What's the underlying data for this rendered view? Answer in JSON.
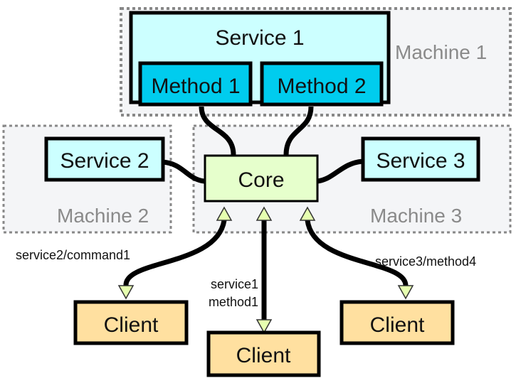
{
  "machines": [
    {
      "id": "machine1",
      "label": "Machine 1"
    },
    {
      "id": "machine2",
      "label": "Machine 2"
    },
    {
      "id": "machine3",
      "label": "Machine 3"
    }
  ],
  "service1": {
    "label": "Service 1",
    "methods": [
      "Method 1",
      "Method 2"
    ]
  },
  "service2": {
    "label": "Service 2"
  },
  "service3": {
    "label": "Service 3"
  },
  "core": {
    "label": "Core"
  },
  "clients": [
    {
      "label": "Client",
      "call": [
        "service2/command1"
      ]
    },
    {
      "label": "Client",
      "call": [
        "service1",
        "method1"
      ]
    },
    {
      "label": "Client",
      "call": [
        "service3/method4"
      ]
    }
  ],
  "colors": {
    "service_fill": "#ccffff",
    "method_fill": "#00ccee",
    "core_fill": "#e6ffcc",
    "client_fill": "#ffe0a0",
    "arrow_fill": "#e6ffb0",
    "machine_border": "#888888",
    "machine_fill": "#f4f5f7"
  }
}
